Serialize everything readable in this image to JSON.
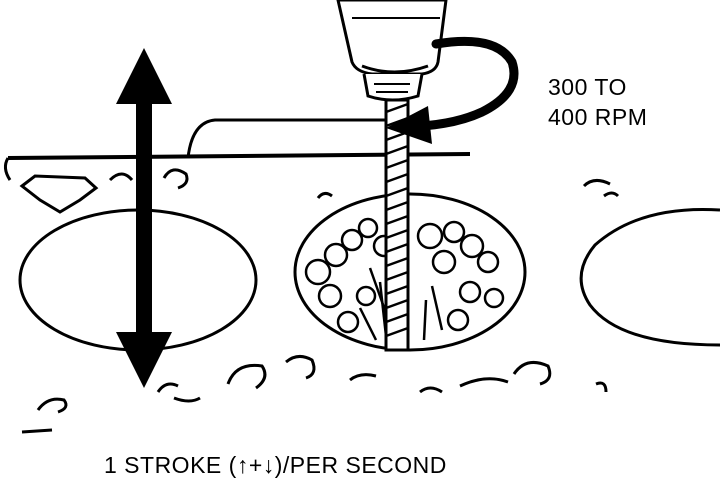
{
  "figure": {
    "rpm_label_line1": "300 TO",
    "rpm_label_line2": "400 RPM",
    "stroke_label_prefix": "1 STROKE (",
    "stroke_label_up": "↑",
    "stroke_label_plus": "+",
    "stroke_label_down": "↓",
    "stroke_label_suffix": ")/PER SECOND"
  },
  "colors": {
    "ink": "#000000",
    "background": "#ffffff"
  },
  "icons": {
    "stroke_arrow": "double-vertical-arrow-icon",
    "rotation_arrow": "curved-rotation-arrow-icon"
  }
}
